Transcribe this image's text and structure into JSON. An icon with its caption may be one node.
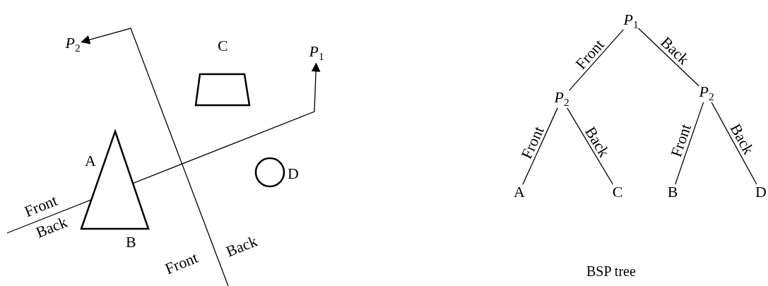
{
  "diagram": {
    "caption": "BSP tree",
    "nodes": [
      {
        "text": [
          "*P*$_{2}$"
        ]
      },
      {
        "text": [
          "*P*$_{1}$"
        ]
      },
      {
        "text": [],
        "shape": "trapezoid",
        "beside": [
          "C"
        ]
      },
      {
        "text": [],
        "shape": "triangle",
        "beside": [
          "A",
          "B"
        ]
      },
      {
        "text": [],
        "shape": "circle",
        "beside": [
          "D"
        ]
      },
      {
        "text": [
          "*P*$_{1}$"
        ]
      },
      {
        "text": [
          "*P*$_{2}$"
        ]
      },
      {
        "text": [
          "*P*$_{2}$"
        ]
      },
      {
        "text": [
          "A"
        ]
      },
      {
        "text": [
          "C"
        ]
      },
      {
        "text": [
          "B"
        ]
      },
      {
        "text": [
          "D"
        ]
      }
    ],
    "edges": [
      {
        "from": null,
        "to": 0,
        "arrow": "to"
      },
      {
        "from": null,
        "to": 1,
        "arrow": "to"
      },
      {
        "from": 5,
        "to": 6,
        "arrow": "none",
        "label": "Front"
      },
      {
        "from": 5,
        "to": 7,
        "arrow": "none",
        "label": "Back"
      },
      {
        "from": 6,
        "to": 8,
        "arrow": "none",
        "label": "Front"
      },
      {
        "from": 6,
        "to": 9,
        "arrow": "none",
        "label": "Back"
      },
      {
        "from": 7,
        "to": 10,
        "arrow": "none",
        "label": "Front"
      },
      {
        "from": 7,
        "to": 11,
        "arrow": "none",
        "label": "Back"
      }
    ],
    "labels": [
      "Front",
      "Back",
      "Front",
      "Back"
    ]
  }
}
